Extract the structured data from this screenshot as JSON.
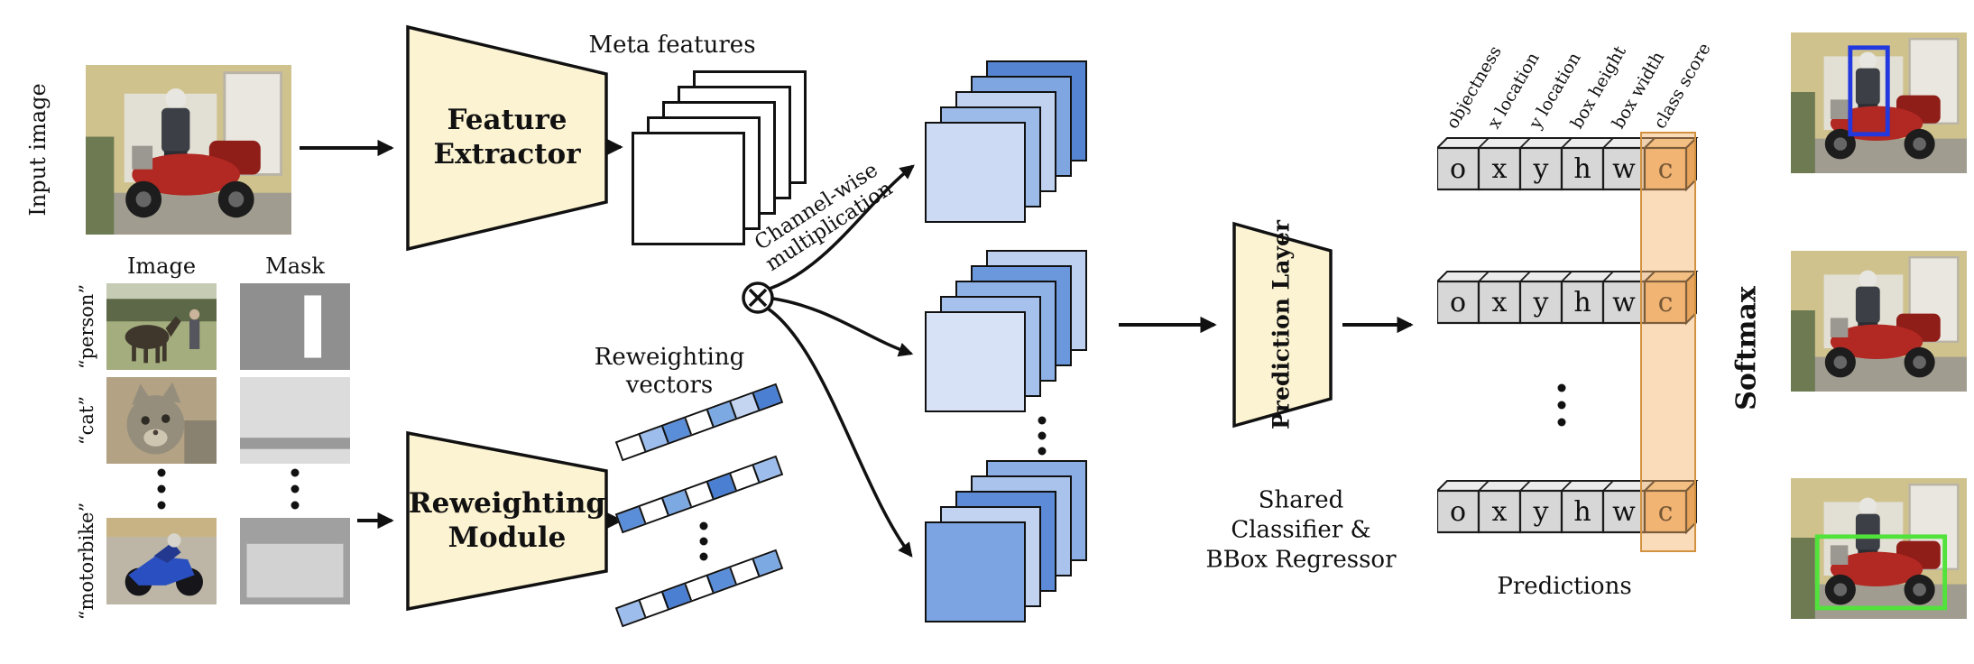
{
  "colors": {
    "module_fill": "#fcf3d2",
    "arrow": "#111111",
    "meta_square_fill": "#ffffff",
    "stack1": [
      "#5585d2",
      "#7fa6e0",
      "#c0d2f0",
      "#9cbbe9",
      "#ccdaf3"
    ],
    "stack2": [
      "#bed0ef",
      "#6b98dc",
      "#8fb2e6",
      "#a6c1ec",
      "#d8e2f6"
    ],
    "stack3": [
      "#8bafe5",
      "#a9c3ec",
      "#5d8bd7",
      "#c2d3f1",
      "#7da4e2"
    ],
    "vector_segments": [
      "#ffffff",
      "#9dbdec",
      "#5b8ed9",
      "#ffffff",
      "#7da9e3",
      "#c3d5f1",
      "#4a7fd2"
    ],
    "cell_fill": "#d7d7d7",
    "class_cell_fill": "#f1b97e",
    "highlight_band_fill": "rgba(244,176,101,0.45)",
    "highlight_band_border": "#d2913f",
    "person_bbox": "#2239e0",
    "motorbike_bbox": "#52e23c"
  },
  "left": {
    "input_label": "Input image",
    "image_header": "Image",
    "mask_header": "Mask",
    "class_labels": [
      "“person”",
      "“cat”",
      "“motorbike”"
    ]
  },
  "modules": {
    "feature_extractor_line1": "Feature",
    "feature_extractor_line2": "Extractor",
    "reweighting_line1": "Reweighting",
    "reweighting_line2": "Module",
    "prediction_layer": "Prediction Layer"
  },
  "middle": {
    "meta_features": "Meta features",
    "reweighting_vectors_line1": "Reweighting",
    "reweighting_vectors_line2": "vectors",
    "channel_mult_line1": "Channel-wise",
    "channel_mult_line2": "multiplication"
  },
  "right": {
    "shared_line1": "Shared",
    "shared_line2": "Classifier &",
    "shared_line3": "BBox Regressor",
    "predictions_label": "Predictions",
    "softmax": "Softmax",
    "column_headers": [
      "objectness",
      "x location",
      "y location",
      "box height",
      "box width",
      "class score"
    ],
    "cell_labels": [
      "o",
      "x",
      "y",
      "h",
      "w",
      "c"
    ]
  }
}
